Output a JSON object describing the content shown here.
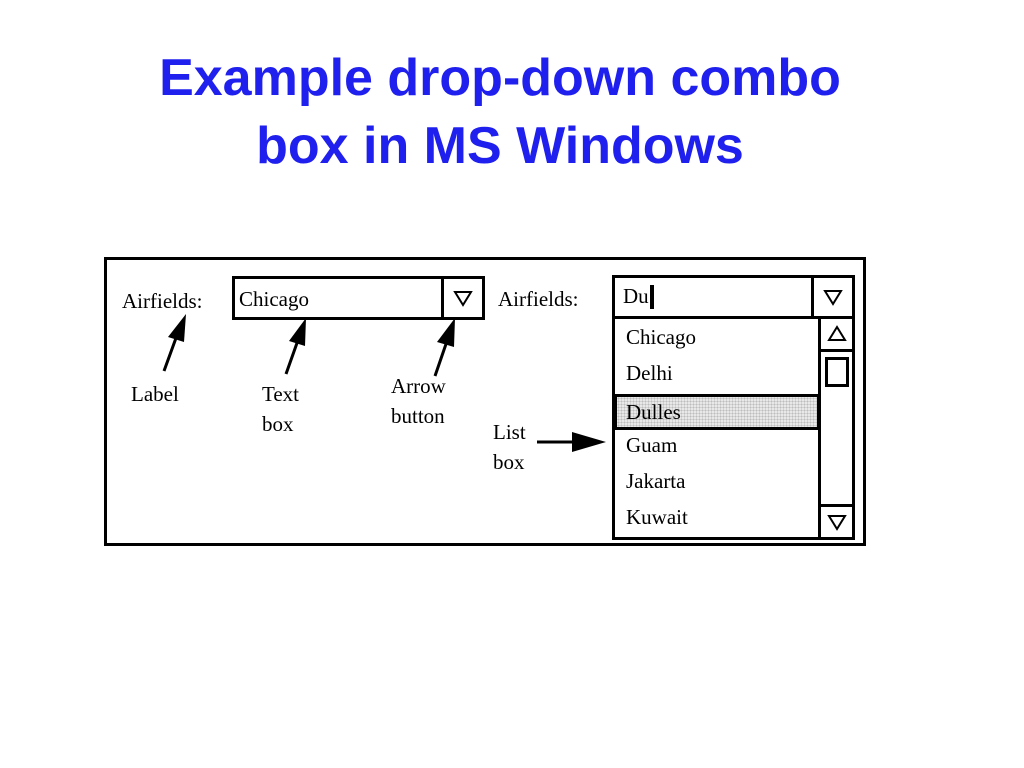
{
  "title": {
    "line1": "Example drop-down combo",
    "line2": "box in MS Windows"
  },
  "left_combo": {
    "label": "Airfields:",
    "text_value": "Chicago",
    "arrow_icon": "down-triangle-icon"
  },
  "annotations": {
    "label": "Label",
    "text_box_line1": "Text",
    "text_box_line2": "box",
    "arrow_button_line1": "Arrow",
    "arrow_button_line2": "button",
    "list_box_line1": "List",
    "list_box_line2": "box"
  },
  "right_combo": {
    "label": "Airfields:",
    "text_value": "Du",
    "arrow_icon": "down-triangle-icon",
    "list_items": [
      "Chicago",
      "Delhi",
      "Dulles",
      "Guam",
      "Jakarta",
      "Kuwait"
    ],
    "selected_item": "Dulles",
    "scroll_up_icon": "up-triangle-icon",
    "scroll_down_icon": "down-triangle-icon"
  },
  "colors": {
    "title": "#1f1fee",
    "text": "#000000",
    "selection": "#e8e8e8"
  }
}
